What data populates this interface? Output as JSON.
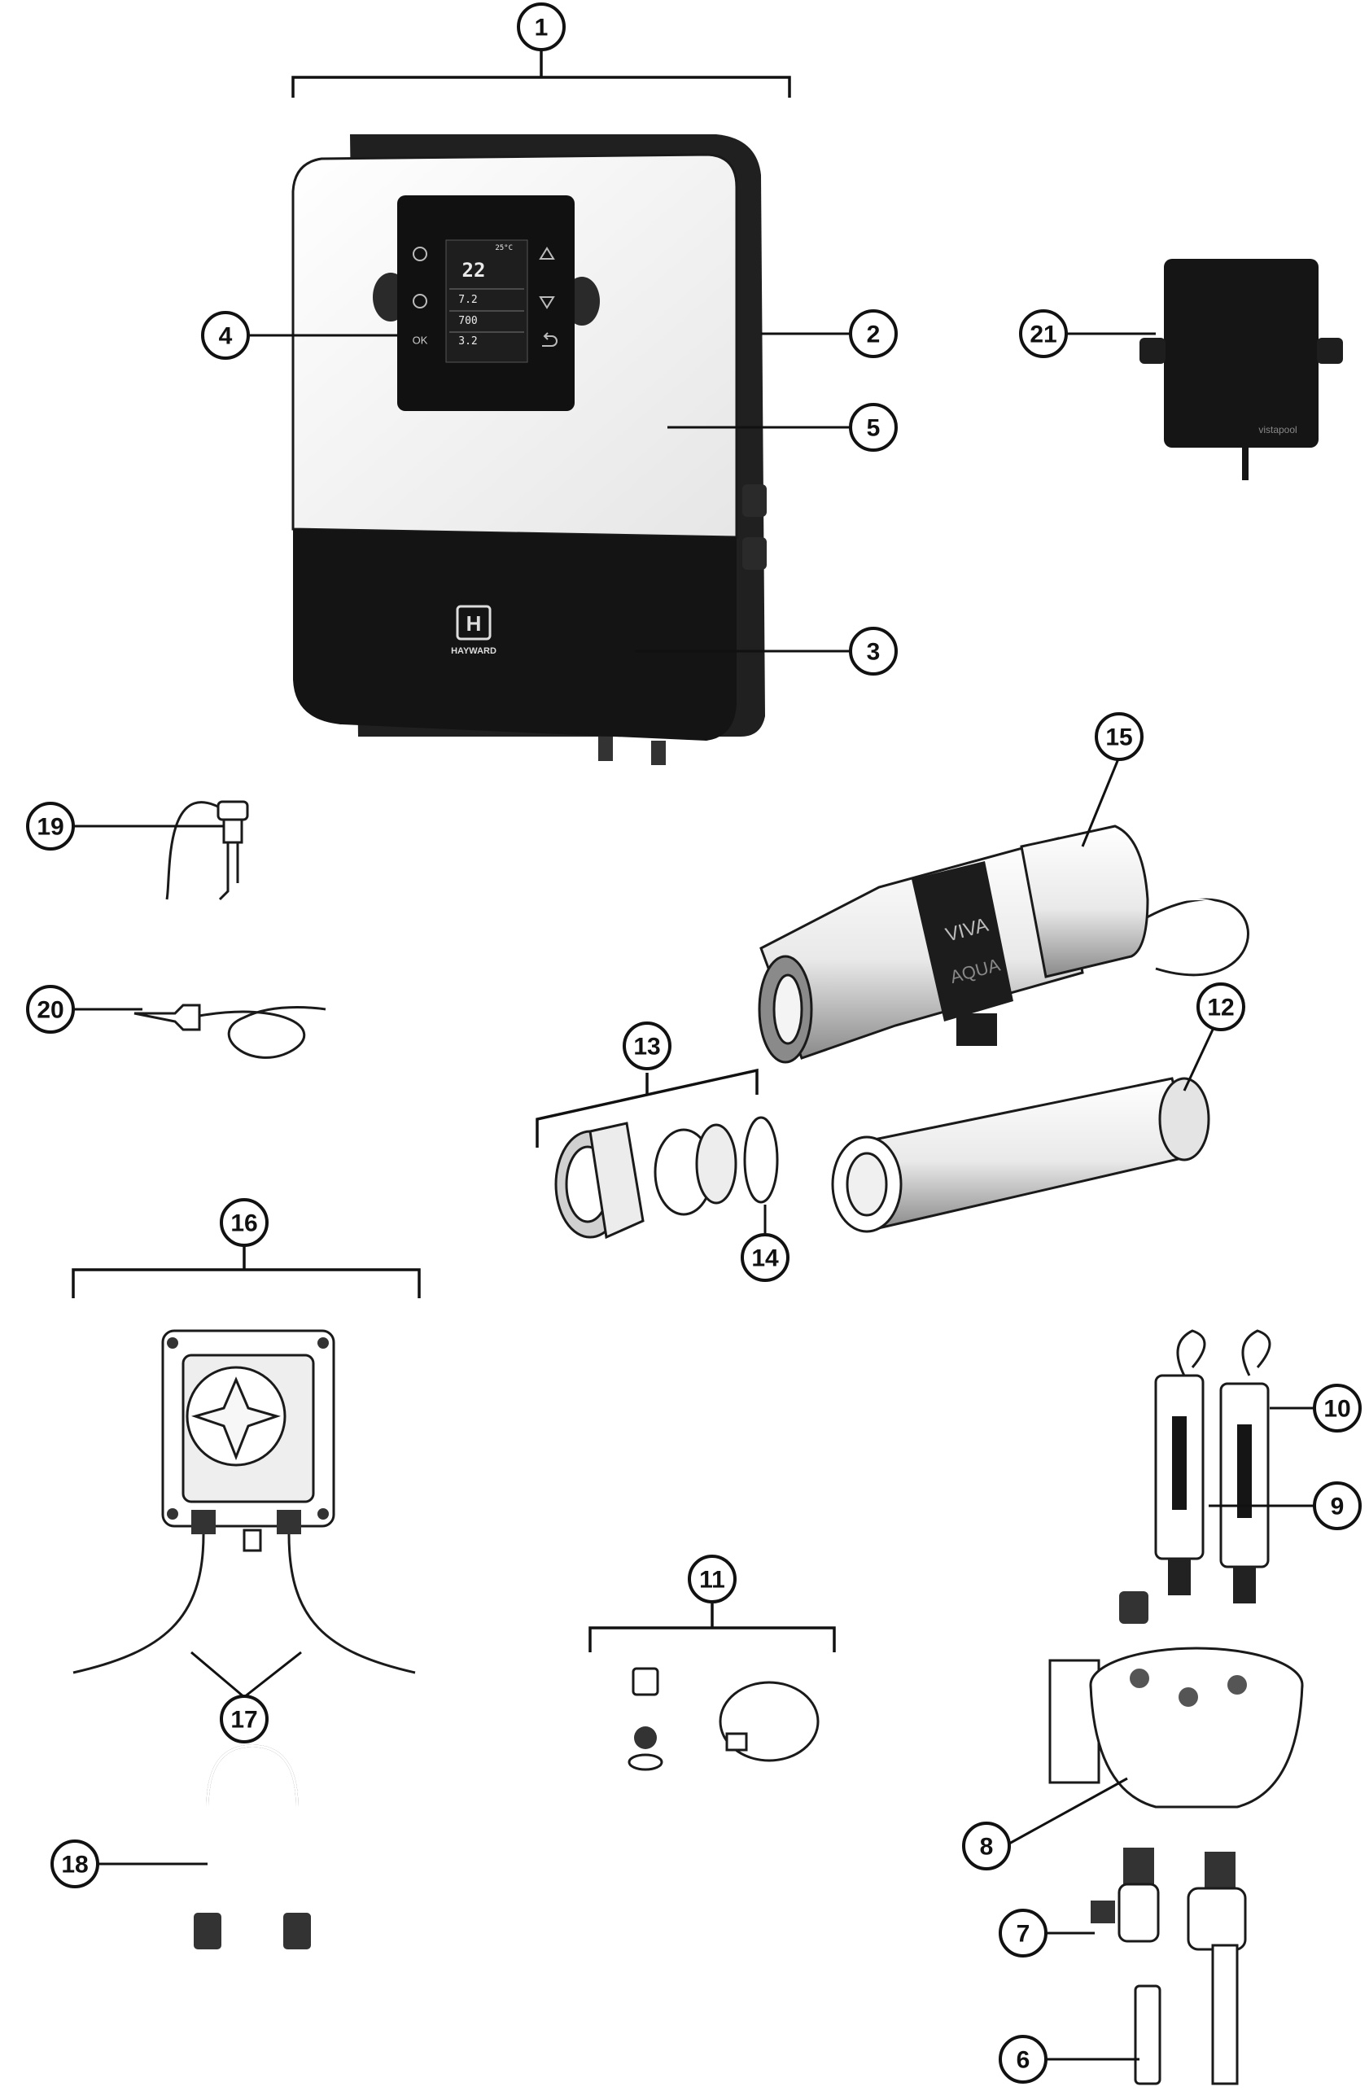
{
  "callouts": [
    {
      "id": "1"
    },
    {
      "id": "2"
    },
    {
      "id": "3"
    },
    {
      "id": "4"
    },
    {
      "id": "5"
    },
    {
      "id": "6"
    },
    {
      "id": "7"
    },
    {
      "id": "8"
    },
    {
      "id": "9"
    },
    {
      "id": "10"
    },
    {
      "id": "11"
    },
    {
      "id": "12"
    },
    {
      "id": "13"
    },
    {
      "id": "14"
    },
    {
      "id": "15"
    },
    {
      "id": "16"
    },
    {
      "id": "17"
    },
    {
      "id": "18"
    },
    {
      "id": "19"
    },
    {
      "id": "20"
    },
    {
      "id": "21"
    }
  ],
  "controller": {
    "brand": "HAYWARD",
    "logo_letter": "H",
    "ok_label": "OK",
    "screen": {
      "temp": "25°C",
      "value_main": "22",
      "value_ph": "7.2",
      "value_orp": "700",
      "value_salt": "3.2"
    }
  },
  "ph_module": {
    "brand": "vistapool"
  },
  "cell": {
    "label_1": "AQUA",
    "label_2": "VIVA"
  },
  "colors": {
    "ink": "#111111",
    "panel_dark": "#121212",
    "panel_light": "#f2f2f2"
  }
}
